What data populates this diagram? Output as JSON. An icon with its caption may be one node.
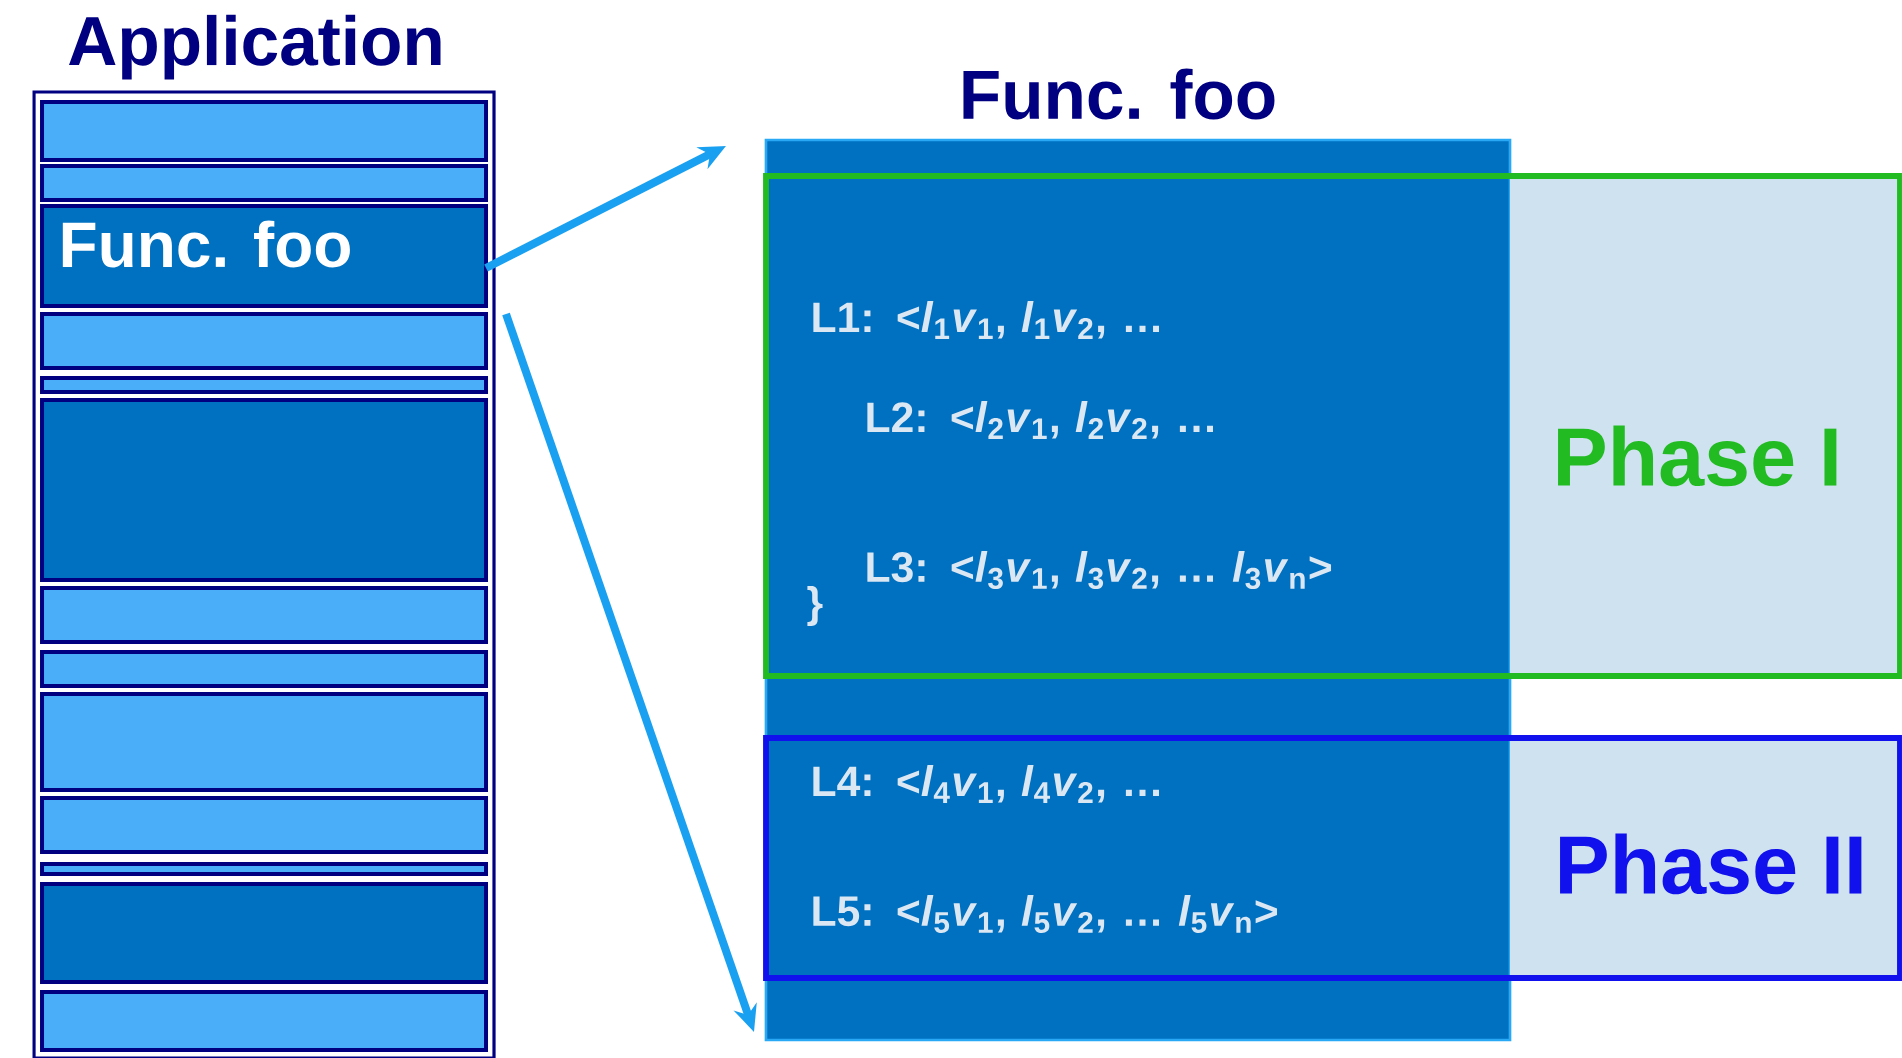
{
  "diagram": {
    "nodes": [
      {
        "text": [
          "Application"
        ]
      },
      {
        "text": [],
        "shape": "bar",
        "in": 0
      },
      {
        "text": [],
        "shape": "bar",
        "in": 0
      },
      {
        "text": [
          "Func. foo"
        ],
        "in": 0
      },
      {
        "text": [],
        "shape": "bar",
        "in": 0
      },
      {
        "text": [],
        "shape": "bar",
        "in": 0
      },
      {
        "text": [],
        "shape": "bar",
        "in": 0
      },
      {
        "text": [],
        "shape": "bar",
        "in": 0
      },
      {
        "text": [],
        "shape": "bar",
        "in": 0
      },
      {
        "text": [],
        "shape": "bar",
        "in": 0
      },
      {
        "text": [],
        "shape": "bar",
        "in": 0
      },
      {
        "text": [],
        "shape": "bar",
        "in": 0
      },
      {
        "text": [],
        "shape": "bar",
        "in": 0
      },
      {
        "text": [],
        "shape": "bar",
        "in": 0
      },
      {
        "text": [
          "Func. foo"
        ]
      },
      {
        "text": [
          "L1: <*l*$_{1}$*v*$_{1}$, *l*$_{1}$*v*$_{2}$, …",
          "L2: <*l*$_{2}$*v*$_{1}$, *l*$_{2}$*v*$_{2}$, …",
          "L3: <*l*$_{3}$*v*$_{1}$, *l*$_{3}$*v*$_{2}$, … *l*$_{3}$*v*$_{n}$>",
          "Phase I"
        ]
      },
      {
        "text": [
          "L4: <*l*$_{4}$*v*$_{1}$, *l*$_{4}$*v*$_{2}$, …",
          "L5: <*l*$_{5}$*v*$_{1}$, *l*$_{5}$*v*$_{2}$, … *l*$_{5}$*v*$_{n}$>",
          "Phase II"
        ]
      }
    ],
    "edges": [
      {
        "from": 3,
        "to": 14,
        "arrow": "to"
      },
      {
        "from": 3,
        "to": 14,
        "arrow": "to"
      }
    ],
    "labels": [
      "}"
    ]
  }
}
